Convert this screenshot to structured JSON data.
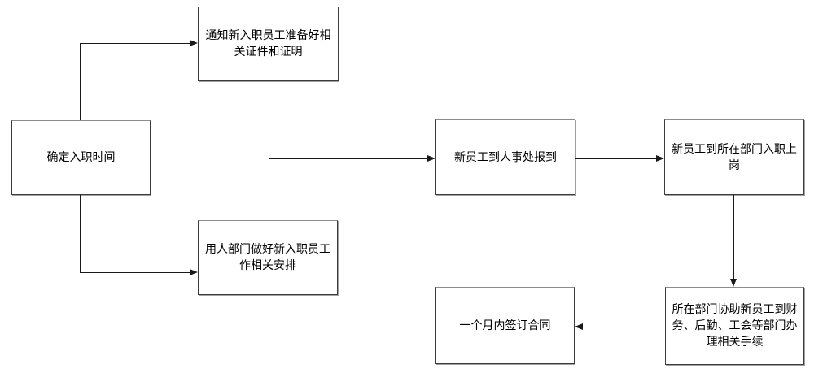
{
  "diagram": {
    "type": "flowchart",
    "colors": {
      "background": "#ffffff",
      "node_fill": "#ffffff",
      "node_border": "#3c3c3c",
      "node_border_top": "#8c8c8c",
      "node_shadow": "#a0a0a0",
      "connector": "#1a1a1a",
      "text": "#000000"
    },
    "nodes": [
      {
        "id": "A",
        "text": "确定入职时间"
      },
      {
        "id": "B",
        "text": "通知新入职员工准备好相\n关证件和证明"
      },
      {
        "id": "C",
        "text": "用人部门做好新入职员工\n作相关安排"
      },
      {
        "id": "D",
        "text": "新员工到人事处报到"
      },
      {
        "id": "E",
        "text": "新员工到所在部门入职上\n岗"
      },
      {
        "id": "F",
        "text": "所在部门协助新员工到财\n务、后勤、工会等部门办\n理相关手续"
      },
      {
        "id": "G",
        "text": "一个月内签订合同"
      }
    ],
    "edges": [
      {
        "from": "A",
        "to": "B"
      },
      {
        "from": "A",
        "to": "C"
      },
      {
        "from": "B",
        "to": "D"
      },
      {
        "from": "C",
        "to": "D"
      },
      {
        "from": "D",
        "to": "E"
      },
      {
        "from": "E",
        "to": "F"
      },
      {
        "from": "F",
        "to": "G"
      }
    ]
  }
}
